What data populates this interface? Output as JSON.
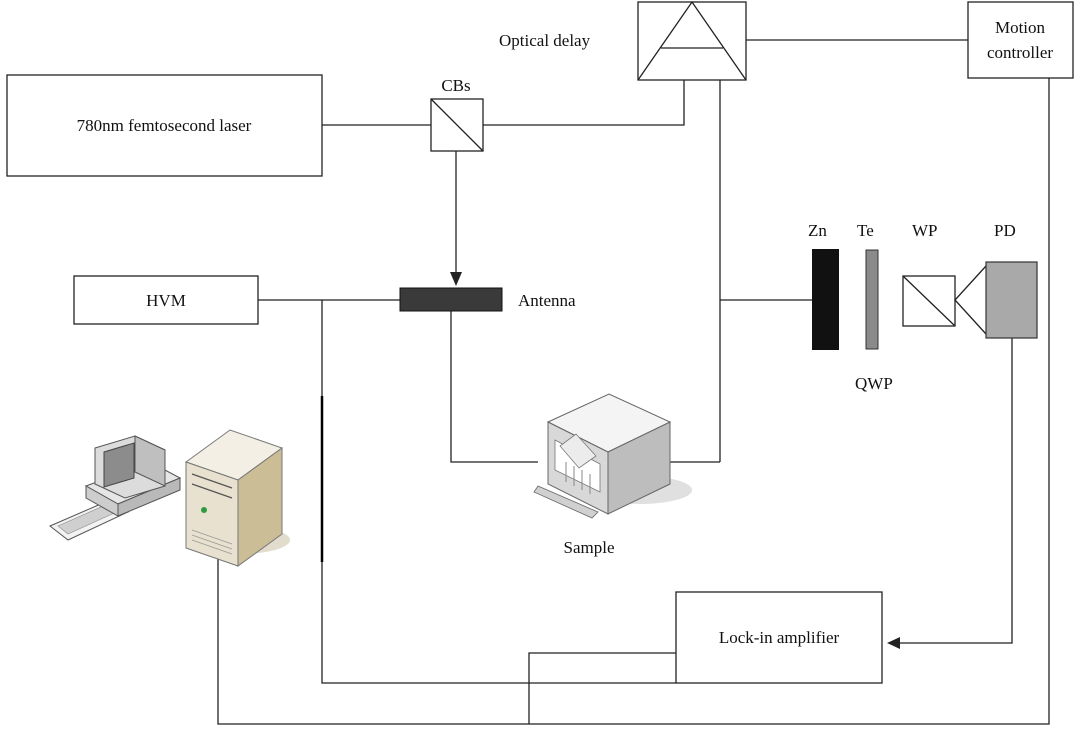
{
  "diagram": {
    "labels": {
      "laser": "780nm femtosecond laser",
      "cbs": "CBs",
      "optical_delay": "Optical delay",
      "motion_controller_line1": "Motion",
      "motion_controller_line2": "controller",
      "hvm": "HVM",
      "antenna": "Antenna",
      "zn": "Zn",
      "te": "Te",
      "wp": "WP",
      "pd": "PD",
      "qwp": "QWP",
      "sample": "Sample",
      "lockin": "Lock-in amplifier"
    },
    "colors": {
      "line": "#222222",
      "antenna": "#3a3a3a",
      "znte_dark": "#111111",
      "qwp_plate": "#8a8a8a",
      "pd_fill": "#a9a9a9"
    }
  }
}
